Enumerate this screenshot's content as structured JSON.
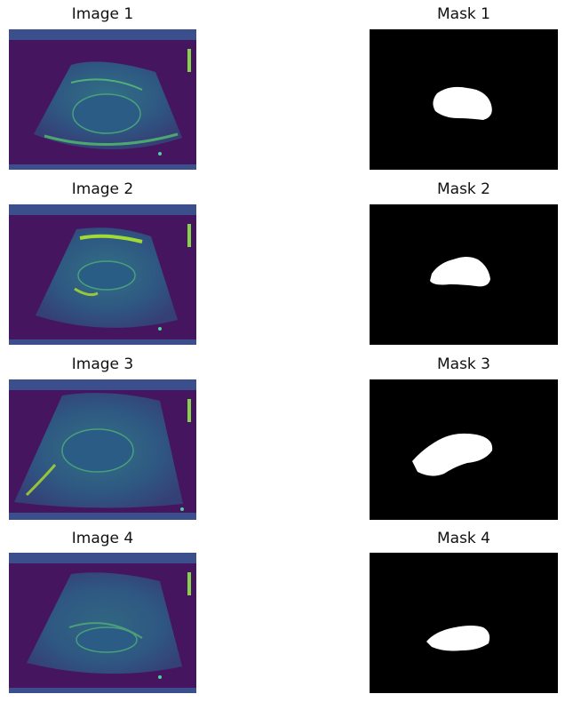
{
  "figure": {
    "rows": [
      {
        "image_title": "Image 1",
        "mask_title": "Mask 1"
      },
      {
        "image_title": "Image 2",
        "mask_title": "Mask 2"
      },
      {
        "image_title": "Image 3",
        "mask_title": "Mask 3"
      },
      {
        "image_title": "Image 4",
        "mask_title": "Mask 4"
      }
    ]
  },
  "colors": {
    "ultrasound_bg": "#45165f",
    "ultrasound_band": "#3b4f8c",
    "ultrasound_tissue_low": "#2f6f8e",
    "ultrasound_tissue_high": "#3dbb73",
    "ultrasound_bright": "#b7e22c",
    "mask_bg": "#000000",
    "mask_fg": "#ffffff"
  }
}
